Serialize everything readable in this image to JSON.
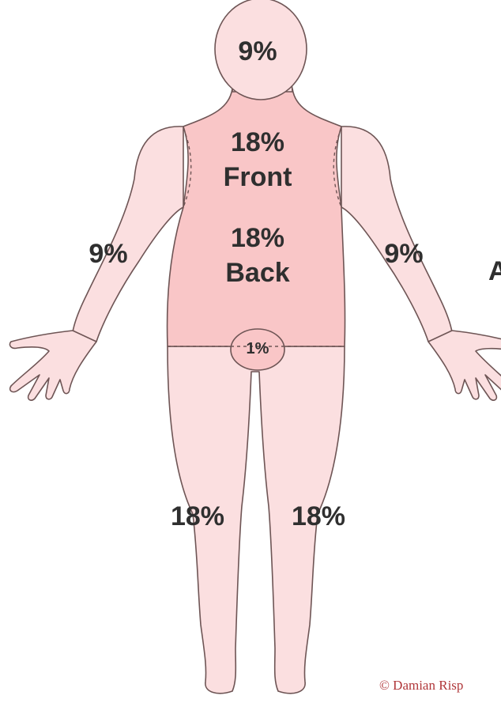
{
  "colors": {
    "background": "#ffffff",
    "skin": "#fbdfe0",
    "torso": "#f9c6c7",
    "outline": "#6e5555",
    "label": "#2f2f2f",
    "credit": "#b0373a"
  },
  "labels": {
    "head": "9%",
    "torso_front_percent": "18%",
    "torso_front_word": "Front",
    "torso_back_percent": "18%",
    "torso_back_word": "Back",
    "left_arm": "9%",
    "right_arm": "9%",
    "genitals": "1%",
    "left_leg": "18%",
    "right_leg": "18%",
    "edge_letter": "A"
  },
  "credit": "© Damian Risp"
}
